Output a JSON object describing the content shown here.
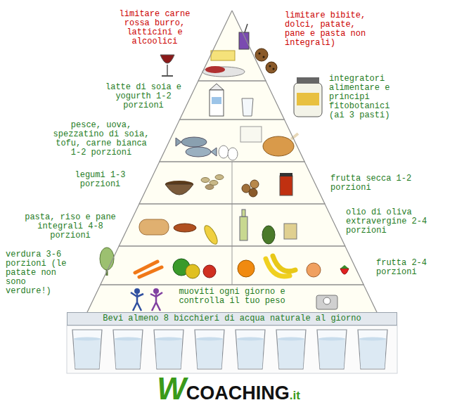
{
  "diagram": {
    "nodes": [
      {
        "text": [
          "limitare carne rossa burro, latticini e alcoolici",
          "limitare bibite, dolci, patate, pane e pasta non integrali)"
        ]
      },
      {
        "text": [
          "latte di soia e yogurth 1-2 porzioni",
          "integratori alimentare e principi fitobotanici (ai 3 pasti)"
        ]
      },
      {
        "text": [
          "pesce, uova, spezzatino di soia, tofu, carne bianca 1-2 porzioni"
        ]
      },
      {
        "text": [
          "legumi 1-3 porzioni",
          "frutta secca 1-2 porzioni"
        ]
      },
      {
        "text": [
          "pasta, riso e pane integrali 4-8 porzioni",
          "olio di oliva extravergine 2-4 porzioni"
        ]
      },
      {
        "text": [
          "verdura 3-6 porzioni (le patate non sono verdure!)",
          "frutta 2-4 porzioni"
        ]
      },
      {
        "text": [
          "muoviti ogni giorno e controlla il tuo peso"
        ]
      },
      {
        "text": [
          "Bevi almeno 8 bicchieri di acqua naturale al giorno"
        ]
      }
    ],
    "labels": [
      "W",
      "COACHING",
      ".it"
    ]
  }
}
